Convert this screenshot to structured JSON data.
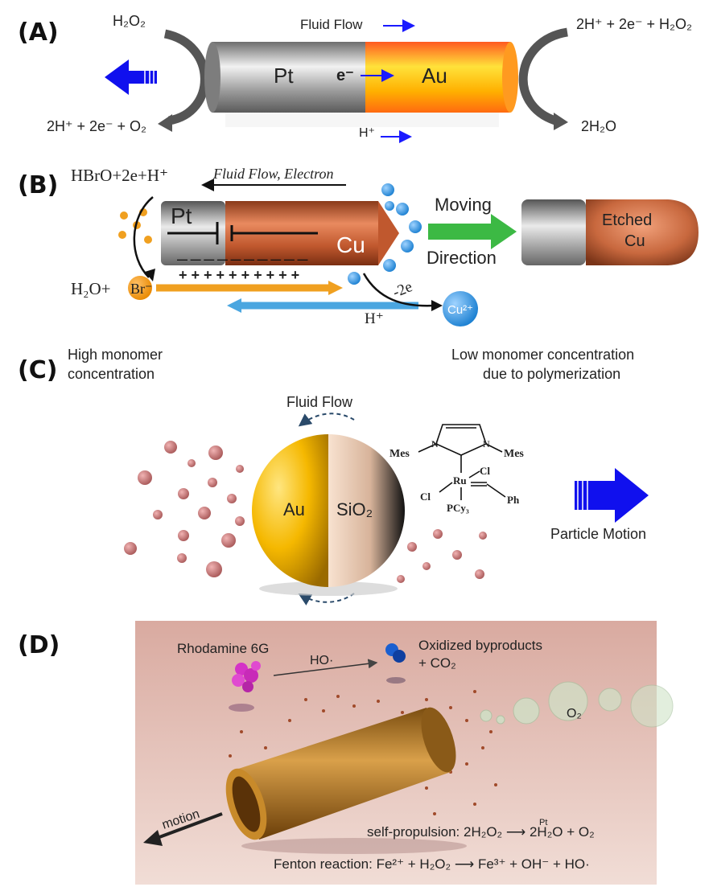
{
  "panels": {
    "a": {
      "label": "(A)",
      "h2o2_left": "H₂O₂",
      "fluid_flow": "Fluid Flow",
      "right_top": "2H⁺ + 2e⁻ + H₂O₂",
      "pt": "Pt",
      "electron": "e⁻",
      "au": "Au",
      "left_bottom": "2H⁺ + 2e⁻ + O₂",
      "h_plus": "H⁺",
      "right_bottom": "2H₂O"
    },
    "b": {
      "label": "(B)",
      "reactants": "HBrO+2e+H⁺",
      "fluid_flow_electron": "Fluid Flow, Electron",
      "pt": "Pt",
      "cu": "Cu",
      "products": "H₂O+",
      "br": "Br⁻",
      "minus_2e": "-2e",
      "h_plus": "H⁺",
      "cu2plus": "Cu²⁺",
      "moving": "Moving",
      "direction": "Direction",
      "etched": "Etched",
      "etched_cu": "Cu",
      "plus_row": "+ + + + + + + + + +",
      "minus_row": "— — — — — — — — — —"
    },
    "c": {
      "label": "(C)",
      "high_line1": "High monomer",
      "high_line2": "concentration",
      "low_line1": "Low monomer concentration",
      "low_line2": "due to polymerization",
      "fluid_flow": "Fluid Flow",
      "au": "Au",
      "sio2": "SiO₂",
      "particle_motion": "Particle Motion",
      "catalyst": {
        "mes_left": "Mes",
        "mes_right": "Mes",
        "n_left": "N",
        "n_right": "N",
        "ru": "Ru",
        "cl_top": "Cl",
        "cl_left": "Cl",
        "pcy3": "PCy₃",
        "ph": "Ph"
      }
    },
    "d": {
      "label": "(D)",
      "rhodamine": "Rhodamine 6G",
      "ho": "HO·",
      "oxidized_line1": "Oxidized byproducts",
      "oxidized_line2": "+ CO₂",
      "o2": "O₂",
      "motion": "motion",
      "self_propulsion": "self-propulsion: 2H₂O₂ ⟶ 2H₂O + O₂",
      "pt": "Pt",
      "fenton": "Fenton reaction: Fe²⁺ + H₂O₂ ⟶ Fe³⁺ + OH⁻ + HO·"
    }
  }
}
